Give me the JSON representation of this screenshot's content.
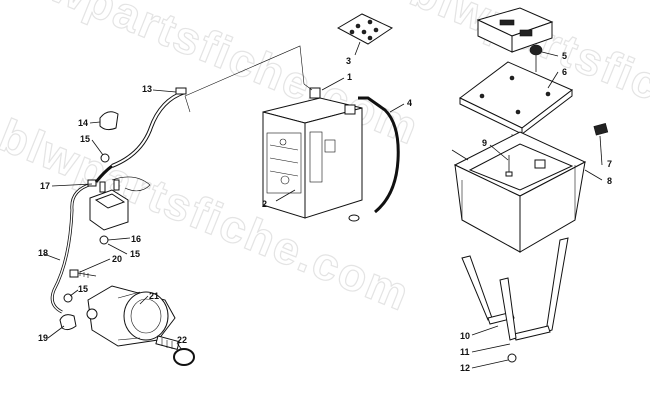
{
  "watermark": "blwpartsfiche.com",
  "callouts": [
    {
      "id": "1",
      "text": "1"
    },
    {
      "id": "2",
      "text": "2"
    },
    {
      "id": "3",
      "text": "3"
    },
    {
      "id": "4",
      "text": "4"
    },
    {
      "id": "5",
      "text": "5"
    },
    {
      "id": "6",
      "text": "6"
    },
    {
      "id": "7",
      "text": "7"
    },
    {
      "id": "8",
      "text": "8"
    },
    {
      "id": "9",
      "text": "9"
    },
    {
      "id": "10",
      "text": "10"
    },
    {
      "id": "11",
      "text": "11"
    },
    {
      "id": "12",
      "text": "12"
    },
    {
      "id": "13",
      "text": "13"
    },
    {
      "id": "14",
      "text": "14"
    },
    {
      "id": "15a",
      "text": "15"
    },
    {
      "id": "15b",
      "text": "15"
    },
    {
      "id": "15c",
      "text": "15"
    },
    {
      "id": "16",
      "text": "16"
    },
    {
      "id": "17",
      "text": "17"
    },
    {
      "id": "18",
      "text": "18"
    },
    {
      "id": "19",
      "text": "19"
    },
    {
      "id": "20",
      "text": "20"
    },
    {
      "id": "21",
      "text": "21"
    },
    {
      "id": "22",
      "text": "22"
    }
  ]
}
